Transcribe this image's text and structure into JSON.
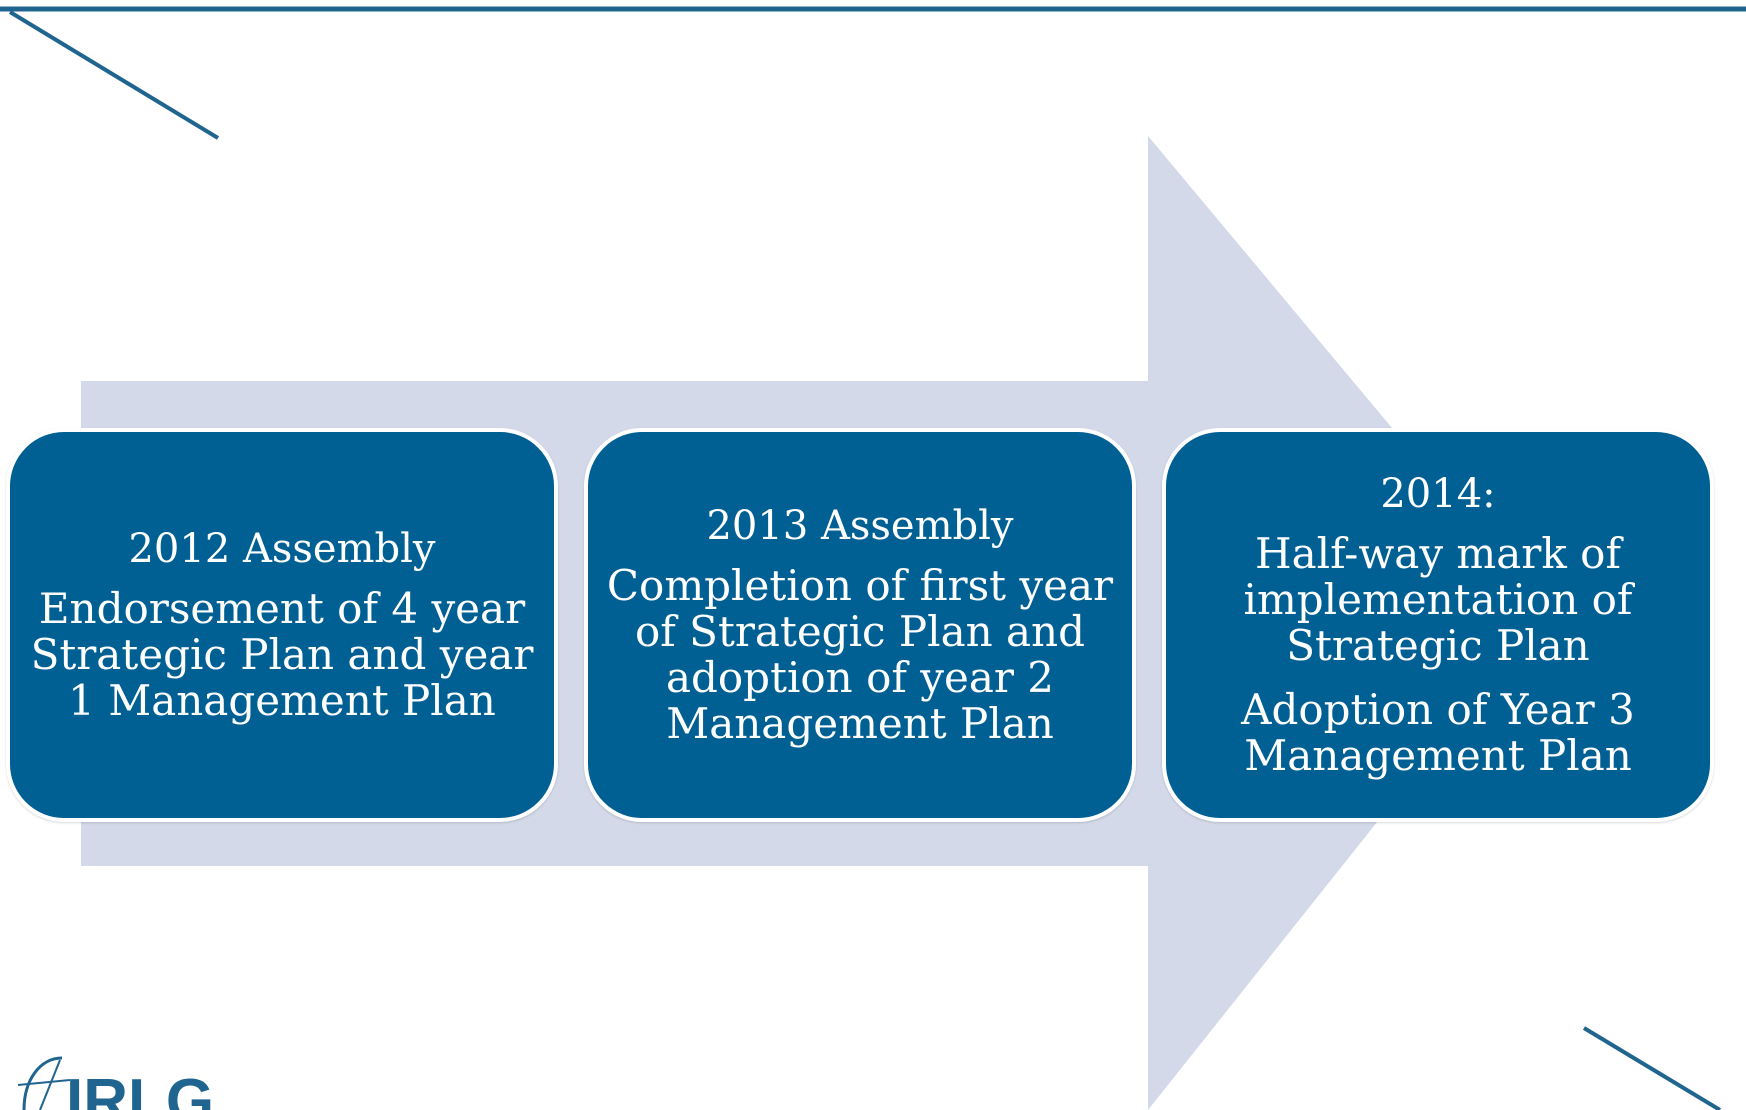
{
  "diagram": {
    "colors": {
      "arrow_fill": "#d3d9e8",
      "box_fill": "#005f93",
      "box_text": "#ffffff",
      "accent_line": "#1f6590"
    },
    "steps": [
      {
        "heading": "2012 Assembly",
        "body": "Endorsement of 4 year Strategic Plan and year 1 Management Plan"
      },
      {
        "heading": "2013 Assembly",
        "body": "Completion of first year of Strategic Plan and adoption of year 2 Management Plan"
      },
      {
        "heading": "2014:",
        "body": "Half-way mark of implementation of Strategic Plan",
        "body2": "Adoption of Year 3 Management  Plan"
      }
    ]
  },
  "logo": {
    "text": "IRLG"
  }
}
